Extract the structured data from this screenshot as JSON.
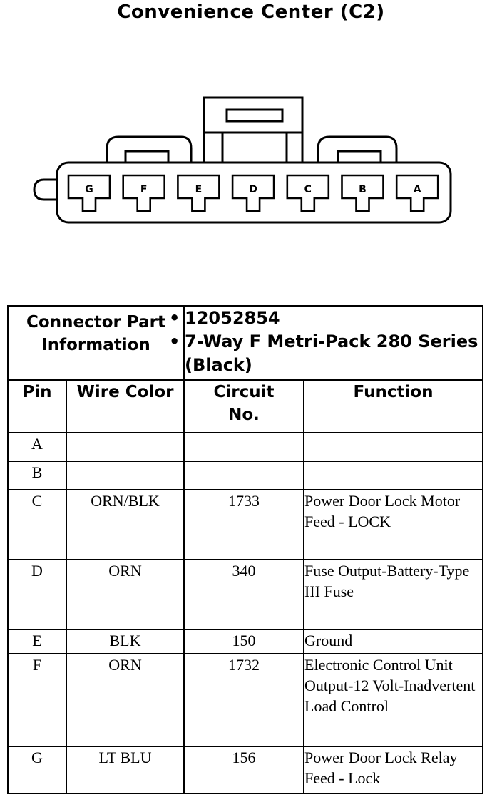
{
  "title": "Convenience Center (C2)",
  "connector": {
    "pins": [
      "G",
      "F",
      "E",
      "D",
      "C",
      "B",
      "A"
    ]
  },
  "table": {
    "part_info_label": "Connector Part Information",
    "part_info_items": [
      "12052854",
      "7-Way F Metri-Pack 280 Series (Black)"
    ],
    "headers": {
      "pin": "Pin",
      "wire_color": "Wire Color",
      "circuit": "Circuit No.",
      "function": "Function"
    },
    "rows": [
      {
        "pin": "A",
        "wire_color": "",
        "circuit": "",
        "function": ""
      },
      {
        "pin": "B",
        "wire_color": "",
        "circuit": "",
        "function": ""
      },
      {
        "pin": "C",
        "wire_color": "ORN/BLK",
        "circuit": "1733",
        "function": "Power Door Lock Motor Feed - LOCK"
      },
      {
        "pin": "D",
        "wire_color": "ORN",
        "circuit": "340",
        "function": "Fuse Output-Battery-Type III Fuse"
      },
      {
        "pin": "E",
        "wire_color": "BLK",
        "circuit": "150",
        "function": "Ground"
      },
      {
        "pin": "F",
        "wire_color": "ORN",
        "circuit": "1732",
        "function": "Electronic Control Unit Output-12 Volt-Inadvertent Load Control"
      },
      {
        "pin": "G",
        "wire_color": "LT BLU",
        "circuit": "156",
        "function": "Power Door Lock Relay Feed - Lock"
      }
    ]
  }
}
